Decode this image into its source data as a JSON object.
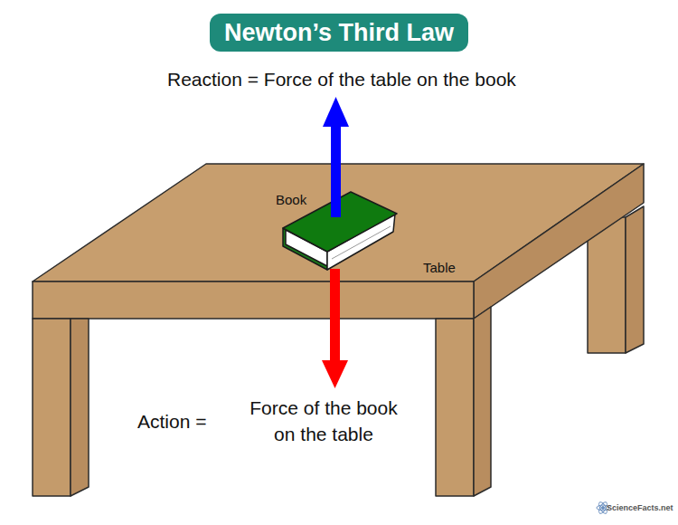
{
  "diagram": {
    "title": "Newton’s Third Law",
    "labels": [
      "Reaction = Force of the table on the book",
      "Book",
      "Table",
      "Action =",
      "Force of the book on the table",
      "ScienceFacts.net"
    ]
  }
}
